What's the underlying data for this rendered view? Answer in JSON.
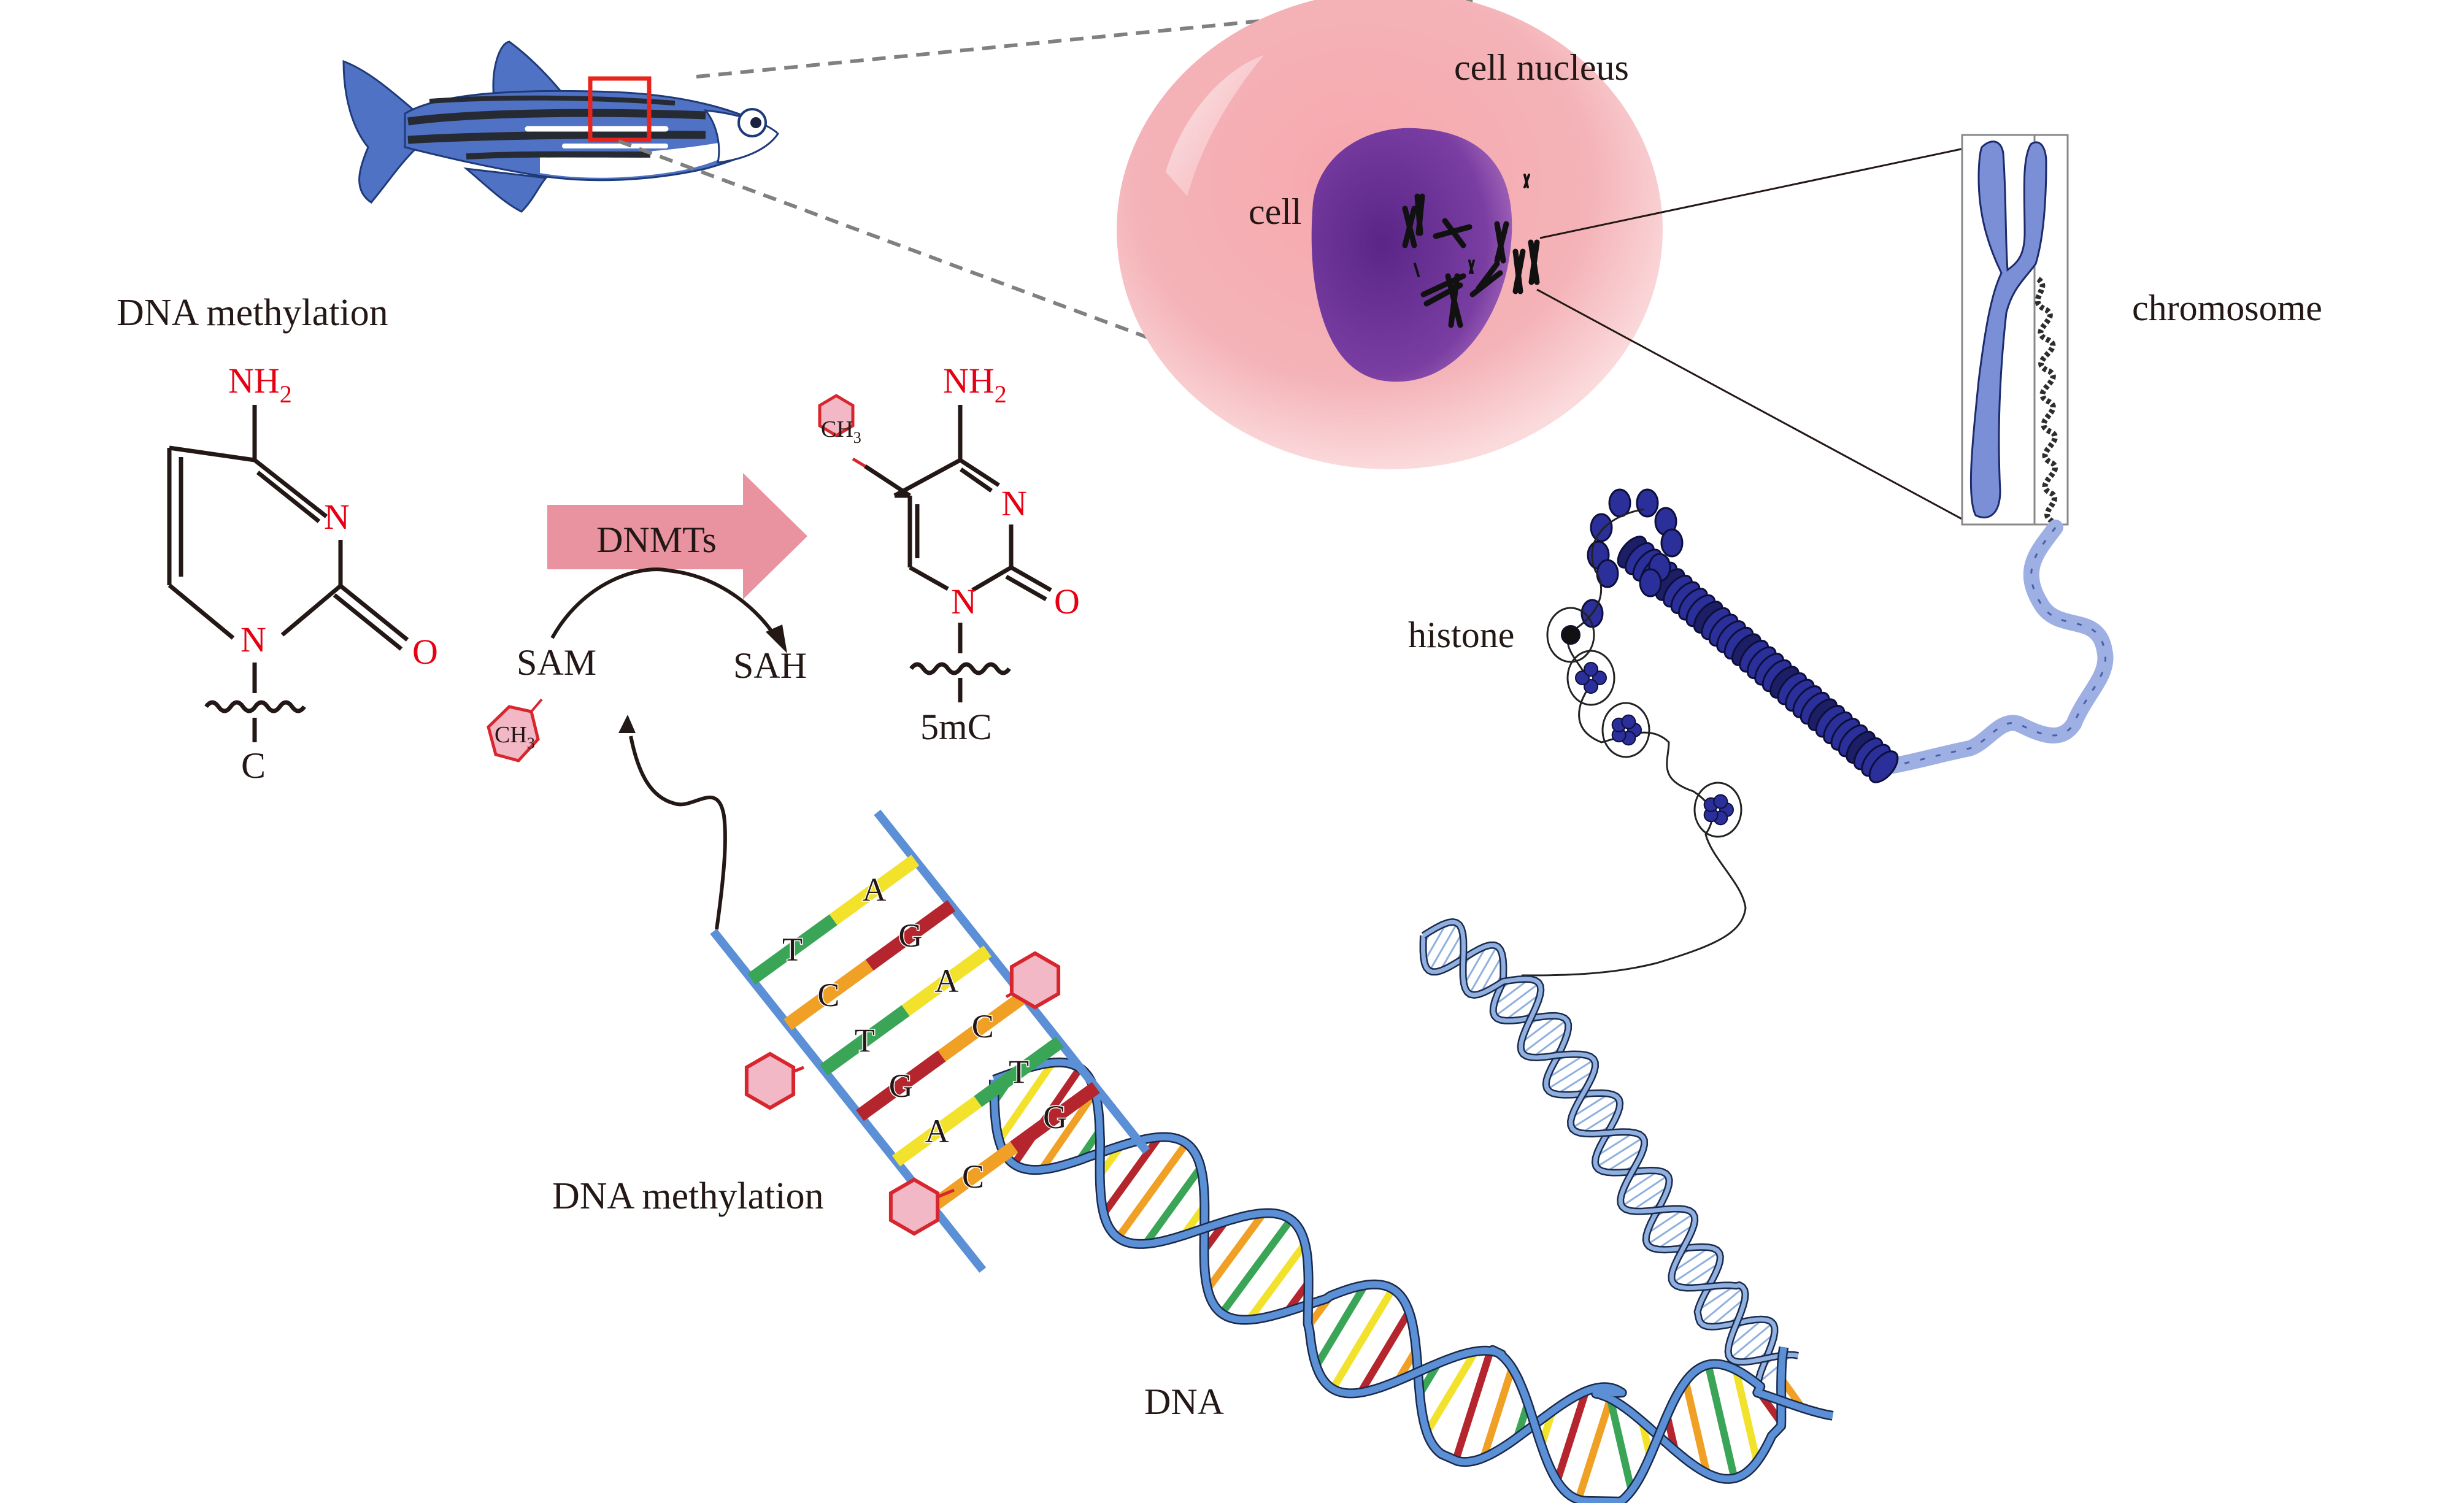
{
  "figure": {
    "title": "DNA methylation in zebrafish: from organism to 5mC",
    "colors": {
      "fish_body": "#4f72c4",
      "fish_stripe": "#262a33",
      "highlight_box": "#e8251c",
      "dashed_line": "#808080",
      "cell_cytoplasm": "#f5b7bb",
      "nucleus": "#6a3596",
      "chromosome": "#7b8fd6",
      "histone": "#2b2f9a",
      "dnmt_arrow": "#e8939f",
      "methyl_hexagon_fill": "#f2b8c6",
      "methyl_hexagon_stroke": "#d8262e",
      "atom_red": "#e60012",
      "dna_backbone": "#5b8fd6",
      "base_green": "#3aa557",
      "base_yellow": "#f3e22b",
      "base_red": "#b5252e",
      "base_orange": "#f0a024"
    }
  },
  "labels": {
    "cell_nucleus": "cell nucleus",
    "cell": "cell",
    "chromosome": "chromosome",
    "histone": "histone",
    "dna": "DNA",
    "dna_methylation_top": "DNA methylation",
    "dna_methylation_bottom": "DNA methylation"
  },
  "reaction": {
    "enzyme": "DNMTs",
    "donor": "SAM",
    "product_byproduct": "SAH",
    "methyl_group": "CH",
    "methyl_sub": "3",
    "substrate": {
      "name": "C",
      "amino": "NH",
      "amino_sub": "2",
      "n3": "N",
      "n1": "N",
      "carbonyl": "O"
    },
    "product": {
      "name": "5mC",
      "amino": "NH",
      "amino_sub": "2",
      "n3": "N",
      "n1": "N",
      "carbonyl": "O",
      "methyl": "CH",
      "methyl_sub": "3"
    }
  },
  "dna_ladder": {
    "pairs": [
      {
        "left": "T",
        "right": "A"
      },
      {
        "left": "C",
        "right": "G"
      },
      {
        "left": "T",
        "right": "A"
      },
      {
        "left": "G",
        "right": "C"
      },
      {
        "left": "A",
        "right": "T"
      },
      {
        "left": "C",
        "right": "G"
      }
    ]
  }
}
